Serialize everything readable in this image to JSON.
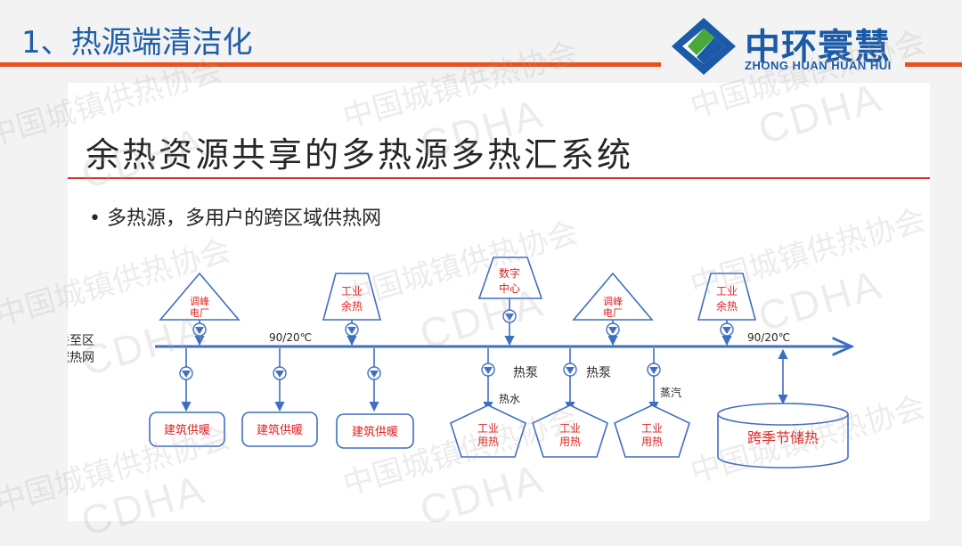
{
  "header": {
    "title": "1、热源端清洁化"
  },
  "logo": {
    "name_cn": "中环寰慧",
    "name_en": "ZHONG HUAN HUAN HUI"
  },
  "slide": {
    "title": "余热资源共享的多热源多热汇系统",
    "bullet": "• 多热源，多用户的跨区域供热网"
  },
  "diagram": {
    "network_label": [
      "联至区",
      "域热网"
    ],
    "temp_left": "90/20℃",
    "temp_right": "90/20℃",
    "sources": [
      {
        "lines": [
          "调峰",
          "电厂"
        ]
      },
      {
        "lines": [
          "工业",
          "余热"
        ]
      },
      {
        "lines": [
          "数字",
          "中心"
        ]
      },
      {
        "lines": [
          "调峰",
          "电厂"
        ]
      },
      {
        "lines": [
          "工业",
          "余热"
        ]
      }
    ],
    "consumers": [
      {
        "label": "建筑供暖"
      },
      {
        "label": "建筑供暖"
      },
      {
        "label": "建筑供暖"
      }
    ],
    "industrial": [
      {
        "lines": [
          "工业",
          "用热"
        ],
        "medium": "热水"
      },
      {
        "lines": [
          "工业",
          "用热"
        ],
        "medium": ""
      },
      {
        "lines": [
          "工业",
          "用热"
        ],
        "medium": "蒸汽"
      }
    ],
    "heat_pump_1": "热泵",
    "heat_pump_2": "热泵",
    "storage": "跨季节储热"
  },
  "watermark": {
    "cn": "中国城镇供热协会",
    "en": "CDHA"
  },
  "colors": {
    "line": "#3e6fc1",
    "red_text": "#e02020",
    "accent": "#e8501e",
    "brand": "#1a5aa6"
  }
}
